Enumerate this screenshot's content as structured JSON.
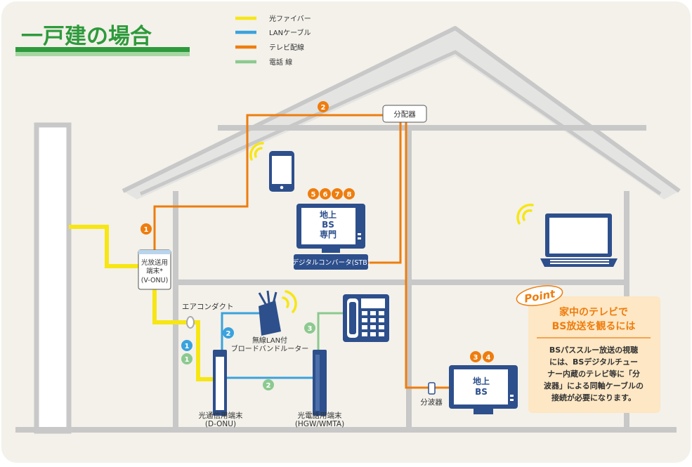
{
  "title": "一戸建の場合",
  "colors": {
    "fiber": "#f7e614",
    "lan": "#3aa2dc",
    "tv": "#ee7d0e",
    "phone": "#8cc98f",
    "device": "#2d4f8c",
    "title": "#2e9a3c",
    "wall": "#c8c8c8",
    "bg": "#f3f1ea"
  },
  "legend": [
    {
      "label": "光ファイバー",
      "color": "#f7e614"
    },
    {
      "label": "LANケーブル",
      "color": "#3aa2dc"
    },
    {
      "label": "テレビ配線",
      "color": "#ee7d0e"
    },
    {
      "label": "電話 線",
      "color": "#8cc98f"
    }
  ],
  "labels": {
    "splitter_top": "分配器",
    "vonu_l1": "光放送用",
    "vonu_l2": "端末*",
    "vonu_l3": "(V-ONU)",
    "stb": "デジタルコンバータ(STB)",
    "tv1_l1": "地上",
    "tv1_l2": "BS",
    "tv1_l3": "専門",
    "air_duct": "エアコンダクト",
    "router_l1": "無線LAN付",
    "router_l2": "ブロードバンドルーター",
    "donu_l1": "光通信用端末",
    "donu_l2": "(D-ONU)",
    "hgw_l1": "光電話用端末",
    "hgw_l2": "(HGW/WMTA)",
    "wave_splitter": "分波器",
    "tv2_l1": "地上",
    "tv2_l2": "BS"
  },
  "badges": {
    "b1": "1",
    "b2": "2",
    "b5": "5",
    "b6": "6",
    "b7": "7",
    "b8": "8",
    "b3": "3",
    "b4": "4"
  },
  "point": {
    "tag": "Point",
    "heading_l1": "家中のテレビで",
    "heading_l2": "BS放送を観るには",
    "body_l1": "BSパススルー放送の視聴",
    "body_l2": "には、BSデジタルチュー",
    "body_l3": "ナー内蔵のテレビ等に「分",
    "body_l4": "波器」による同軸ケーブルの",
    "body_l5": "接続が必要になります。"
  }
}
